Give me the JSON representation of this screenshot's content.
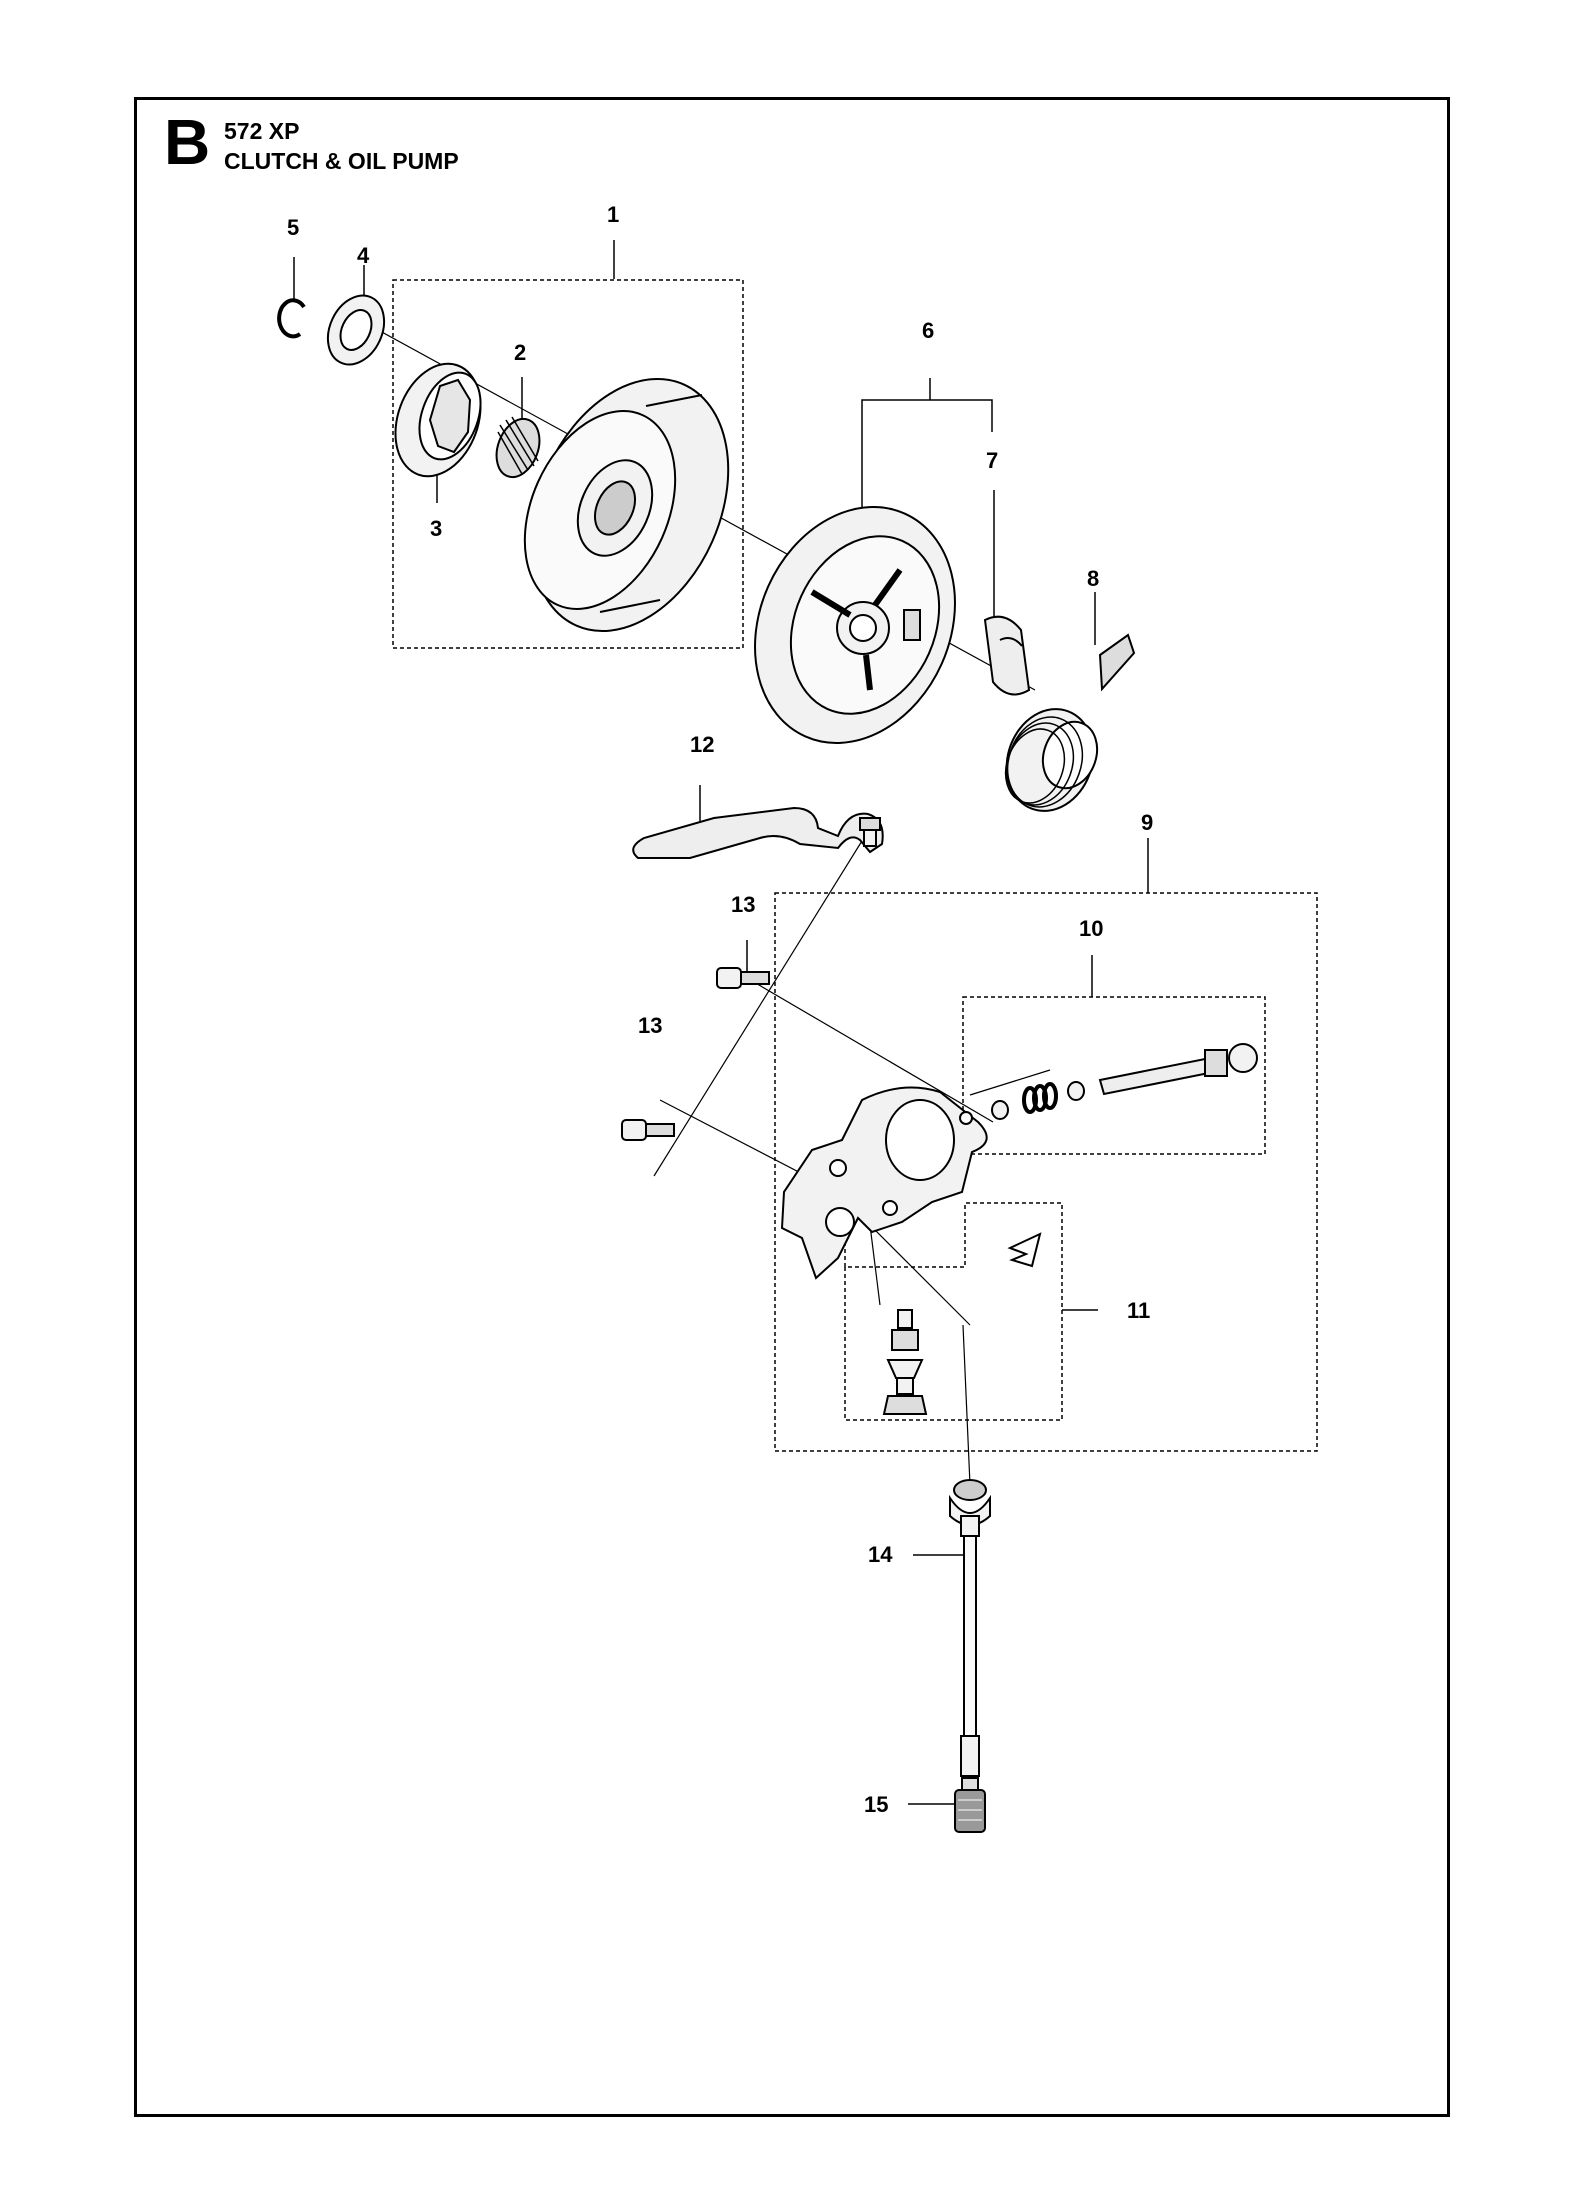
{
  "header": {
    "section_letter": "B",
    "model": "572 XP",
    "title": "CLUTCH & OIL PUMP"
  },
  "callouts": [
    "1",
    "2",
    "3",
    "4",
    "5",
    "6",
    "7",
    "8",
    "9",
    "10",
    "11",
    "12",
    "13",
    "13",
    "14",
    "15"
  ],
  "parts": [
    {
      "icon": "retaining-ring-icon",
      "callout": "5"
    },
    {
      "icon": "washer-icon",
      "callout": "4"
    },
    {
      "icon": "rim-sprocket-icon",
      "callout": "3"
    },
    {
      "icon": "needle-bearing-icon",
      "callout": "2"
    },
    {
      "icon": "clutch-drum-icon",
      "callout": "1"
    },
    {
      "icon": "clutch-shoe-icon",
      "callout": "6"
    },
    {
      "icon": "clutch-spring-icon",
      "callout": "7"
    },
    {
      "icon": "worm-gear-icon",
      "callout": "8"
    },
    {
      "icon": "oil-hose-icon",
      "callout": "12"
    },
    {
      "icon": "screw-icon",
      "callout": "13"
    },
    {
      "icon": "oil-pump-icon",
      "callout": "9"
    },
    {
      "icon": "piston-kit-icon",
      "callout": "10"
    },
    {
      "icon": "adjuster-kit-icon",
      "callout": "11"
    },
    {
      "icon": "suction-pipe-icon",
      "callout": "14"
    },
    {
      "icon": "oil-filter-icon",
      "callout": "15"
    }
  ],
  "colors": {
    "line": "#000000",
    "background": "#ffffff",
    "part_fill": "#f2f2f2"
  }
}
